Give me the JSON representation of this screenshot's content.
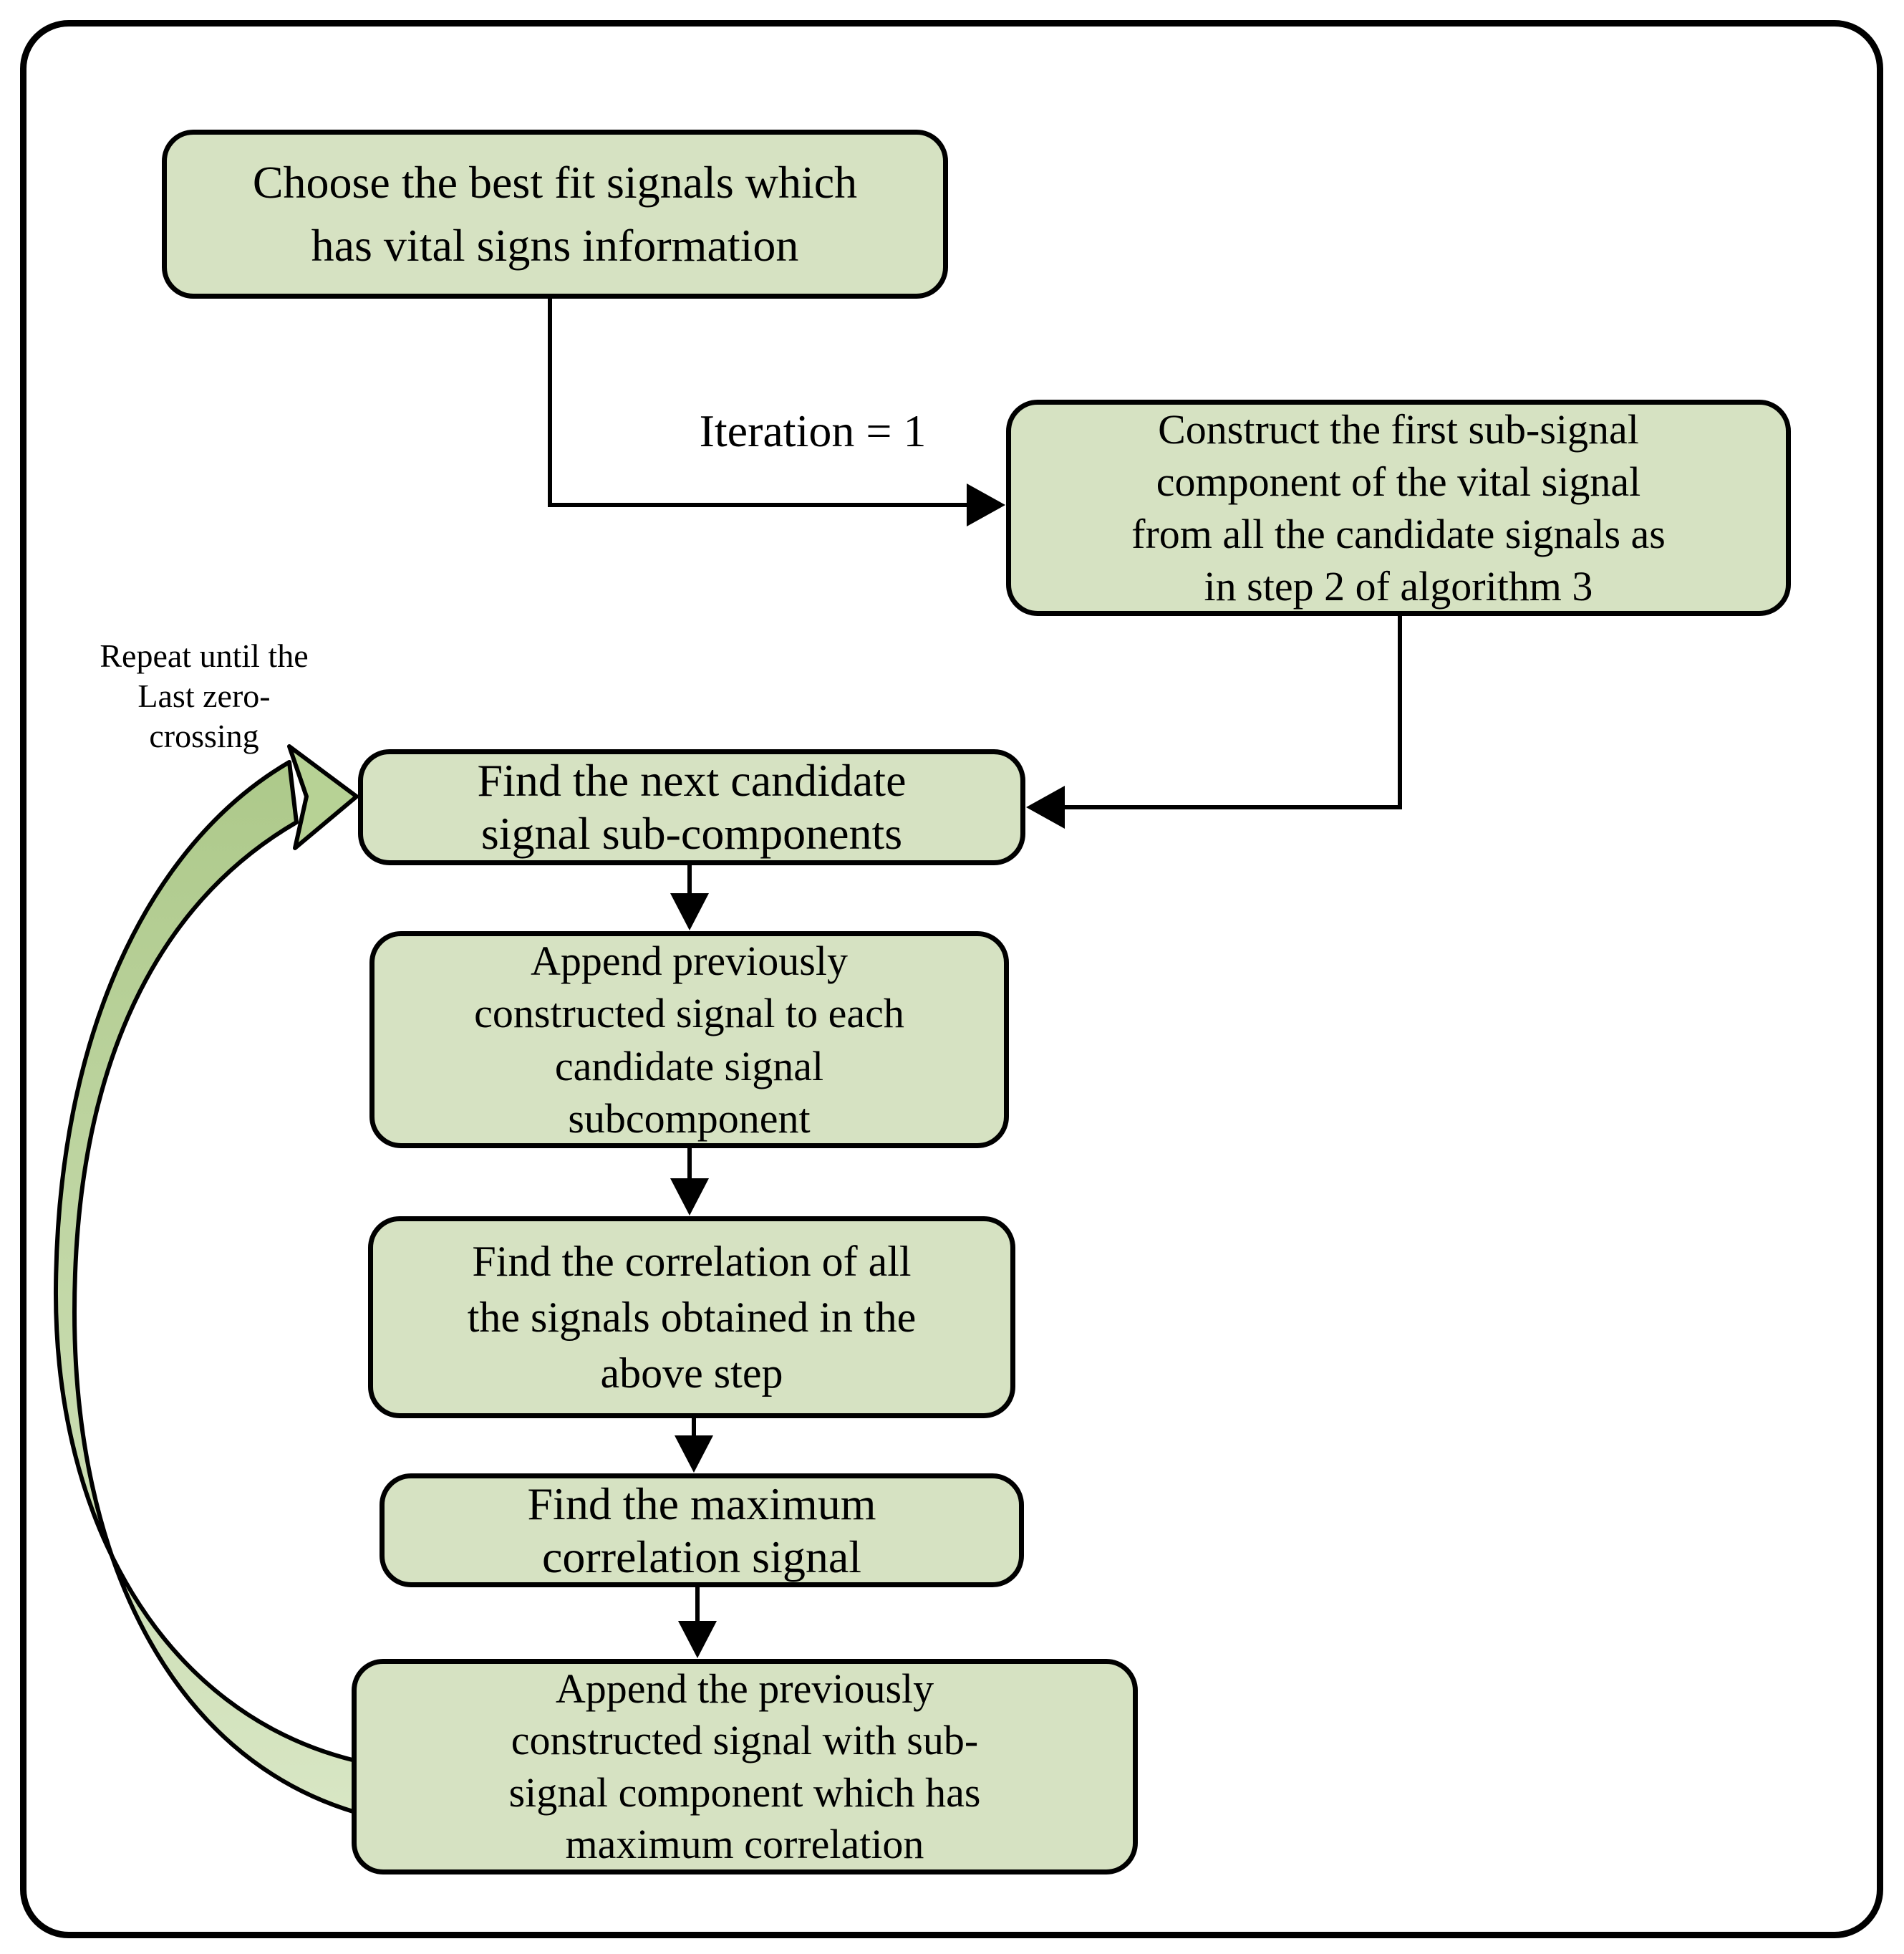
{
  "colors": {
    "background": "#ffffff",
    "box_fill": "#d6e2c2",
    "box_border": "#000000",
    "connector": "#000000",
    "loop_top": "#adc98a",
    "loop_bottom": "#d8e6c4",
    "loop_head": "#b7d295"
  },
  "nodes": {
    "choose": {
      "lines": [
        "Choose the best fit signals which",
        "has vital signs information"
      ]
    },
    "construct": {
      "lines": [
        "Construct the first sub-signal",
        "component of the vital signal",
        "from all the candidate signals as",
        "in step 2 of algorithm 3"
      ]
    },
    "find_next": {
      "lines": [
        "Find the next candidate",
        "signal sub-components"
      ]
    },
    "append_prev": {
      "lines": [
        "Append previously",
        "constructed signal to each",
        "candidate signal",
        "subcomponent"
      ]
    },
    "find_corr": {
      "lines": [
        "Find the correlation of all",
        "the signals obtained in the",
        "above step"
      ]
    },
    "find_max": {
      "lines": [
        "Find the maximum",
        "correlation signal"
      ]
    },
    "append_max": {
      "lines": [
        "Append the previously",
        "constructed signal with sub-",
        "signal component which has",
        "maximum correlation"
      ]
    }
  },
  "labels": {
    "iteration": "Iteration = 1",
    "repeat_lines": [
      "Repeat until the",
      "Last zero-",
      "crossing"
    ]
  }
}
